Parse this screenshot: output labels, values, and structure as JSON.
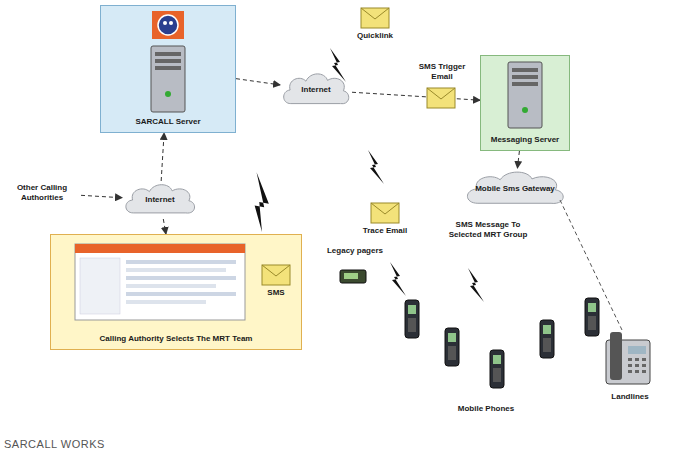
{
  "diagram": {
    "caption": "SARCALL WORKS",
    "nodes": [
      {
        "text": [
          "SARCALL Server"
        ]
      },
      {
        "text": [
          "Internet"
        ]
      },
      {
        "text": [
          "Messaging Server"
        ]
      },
      {
        "text": [
          "Internet"
        ]
      },
      {
        "text": [
          "Calling Authority Selects The MRT Team"
        ]
      },
      {
        "text": [
          "Other Calling Authorities"
        ]
      },
      {
        "text": [
          "Mobile Sms Gateway"
        ]
      }
    ],
    "edges": [
      {
        "from": 0,
        "to": 1,
        "arrow": "to"
      },
      {
        "from": 1,
        "to": 2,
        "arrow": "to"
      },
      {
        "from": 2,
        "to": 6,
        "arrow": "to"
      },
      {
        "from": 5,
        "to": 3,
        "arrow": "to"
      },
      {
        "from": 3,
        "to": 0,
        "arrow": "to"
      },
      {
        "from": 3,
        "to": 4,
        "arrow": "to"
      }
    ],
    "labels": [
      "Quicklink",
      "SMS Trigger Email",
      "Trace Email",
      "SMS",
      "Legacy pagers",
      "SMS Message To Selected MRT Group",
      "Mobile Phones",
      "Landlines"
    ]
  }
}
